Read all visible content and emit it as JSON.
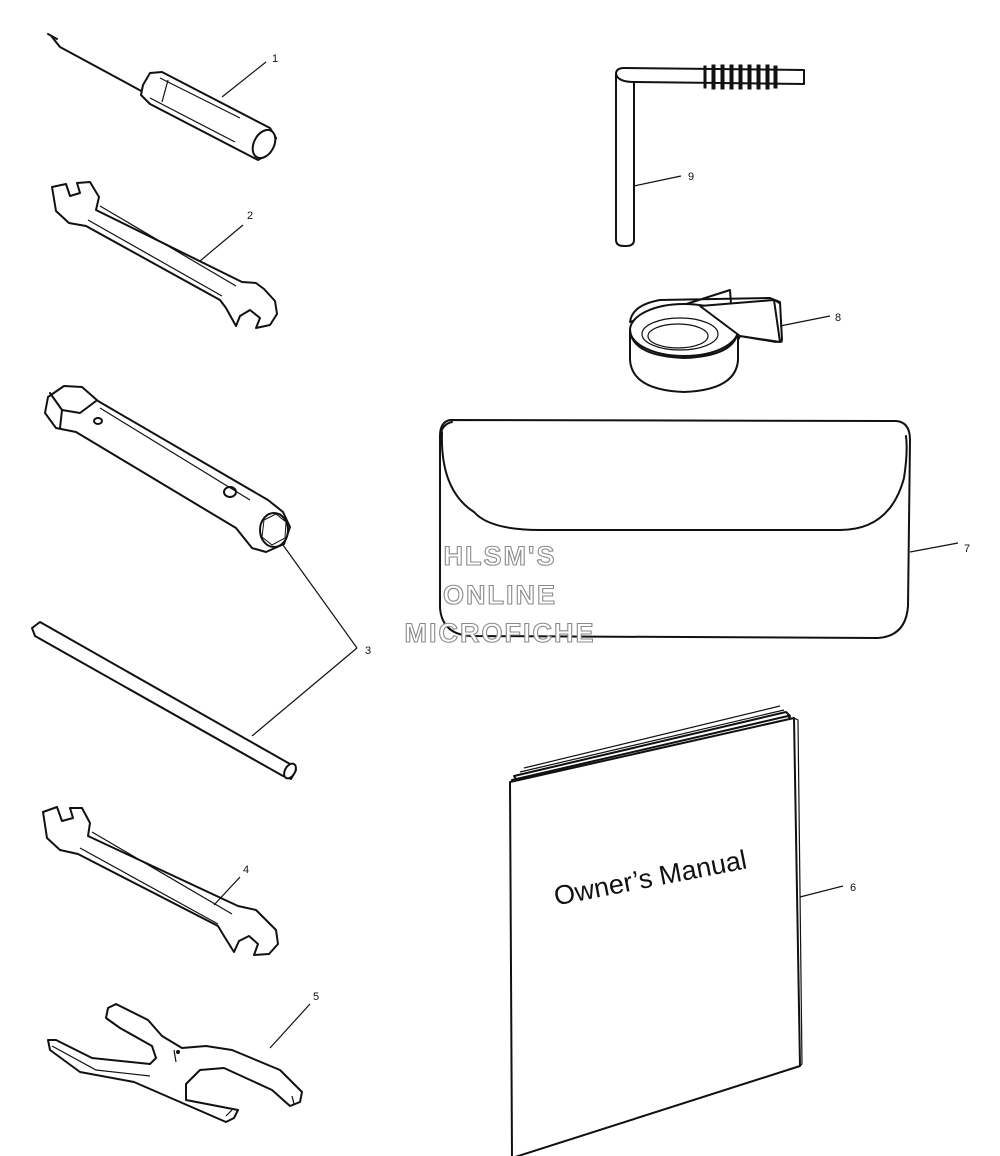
{
  "callouts": {
    "c1": "1",
    "c2": "2",
    "c3": "3",
    "c4": "4",
    "c5": "5",
    "c6": "6",
    "c7": "7",
    "c8": "8",
    "c9": "9"
  },
  "manual": {
    "cover_text": "Owner’s Manual"
  },
  "watermark": {
    "line1": "HLSM'S",
    "line2": "ONLINE",
    "line3": "MICROFICHE",
    "color": "#8a8a8a"
  }
}
